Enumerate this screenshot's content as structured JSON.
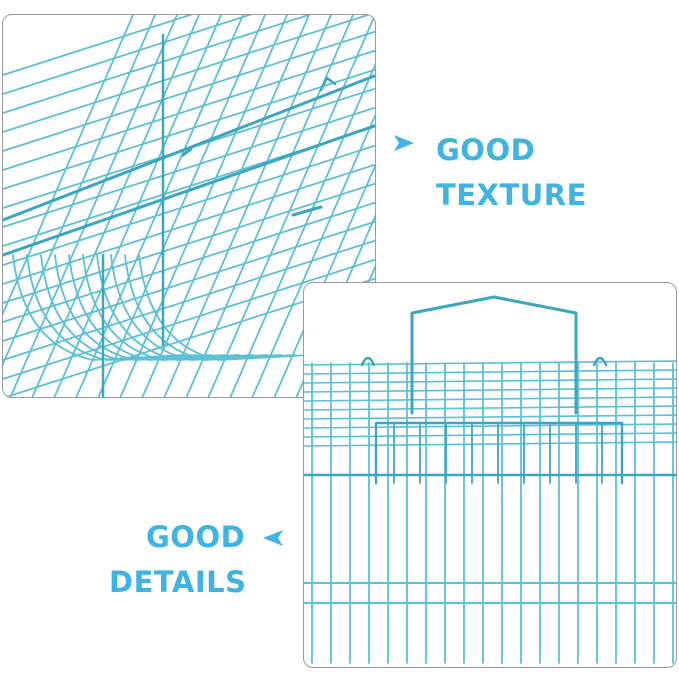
{
  "colors": {
    "wire": "#5cc0d6",
    "wire_dark": "#3aa6c2",
    "text": "#3fb4e2",
    "arrow": "#3fb4e2",
    "panel_border": "#9a9a9a"
  },
  "callouts": [
    {
      "line1": "GOOD",
      "line2": "TEXTURE",
      "icon": "arrow-right-icon"
    },
    {
      "line1": "GOOD",
      "line2": "DETAILS",
      "icon": "arrow-left-icon"
    }
  ],
  "images": [
    {
      "subject": "blue wire cage top mesh"
    },
    {
      "subject": "blue wire cage front with handle"
    }
  ]
}
